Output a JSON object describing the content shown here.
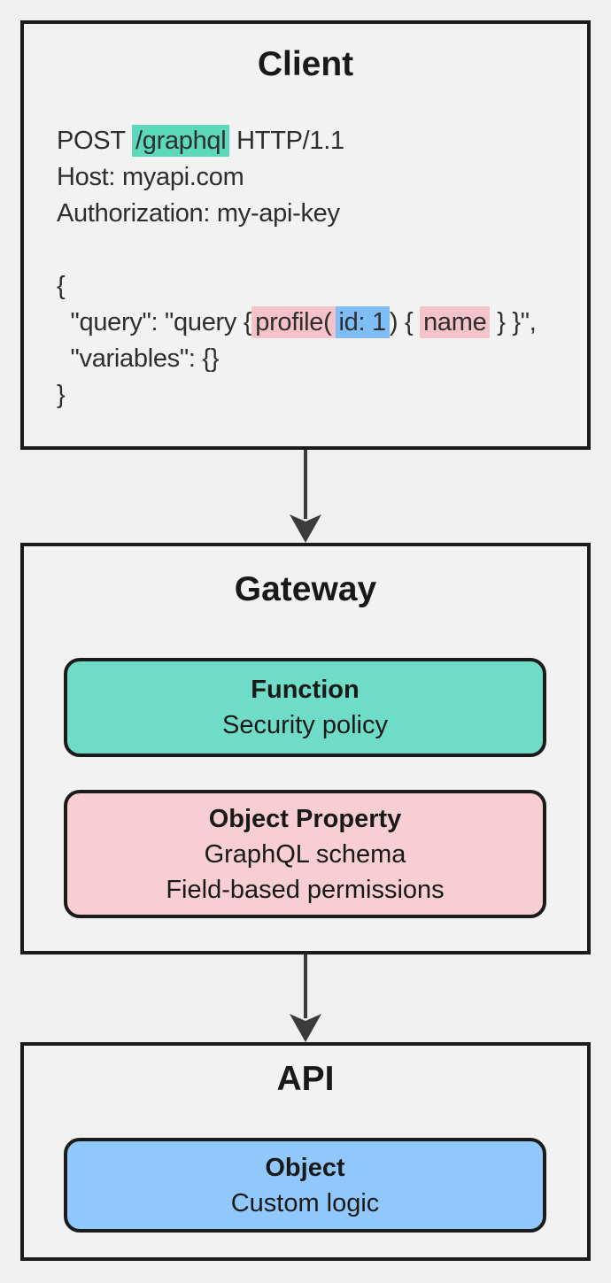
{
  "colors": {
    "page_bg": "#f0f0f0",
    "box_bg": "#f2f2f2",
    "border": "#1b1b1b",
    "arrow": "#3b3b3b",
    "text": "#2e2e2e",
    "heading": "#191919",
    "teal_card": "#6edcc6",
    "teal_highlight": "#5cd8ba",
    "pink_card": "#f6ced3",
    "pink_highlight": "#f4c3ca",
    "blue_card": "#91c8fb",
    "blue_highlight": "#7ebdf6"
  },
  "client": {
    "title": "Client",
    "request": {
      "method": "POST ",
      "path": "/graphql",
      "protocol": " HTTP/1.1",
      "host": "Host: myapi.com",
      "authorization": "Authorization: my-api-key"
    },
    "body": {
      "open_brace": "{",
      "query": {
        "prefix": "  \"query\": \"query {",
        "field": "profile(",
        "argument": "id: 1",
        "mid": ") { ",
        "selection": "name",
        "suffix": " } }\","
      },
      "variables": "  \"variables\": {}",
      "close_brace": "}"
    }
  },
  "gateway": {
    "title": "Gateway",
    "cards": [
      {
        "title": "Function",
        "lines": [
          "Security policy"
        ]
      },
      {
        "title": "Object Property",
        "lines": [
          "GraphQL schema",
          "Field-based permissions"
        ]
      }
    ]
  },
  "api": {
    "title": "API",
    "cards": [
      {
        "title": "Object",
        "lines": [
          "Custom logic"
        ]
      }
    ]
  }
}
